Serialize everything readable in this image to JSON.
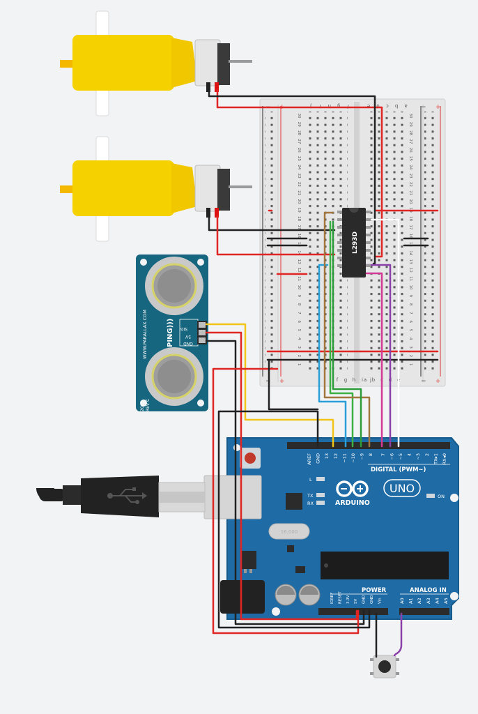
{
  "colors": {
    "background": "#f2f3f4",
    "board": "#1f6ba5",
    "board_edge": "#175a8c",
    "breadboard": "#e7e7e7",
    "motor_yellow": "#f5d100",
    "sensor": "#17667f",
    "wire_red": "#e02525",
    "wire_black": "#222222",
    "wire_yellow": "#f0c419",
    "wire_green": "#3cb043",
    "wire_blue": "#2ba0d8",
    "wire_brown": "#a2763f",
    "wire_purple": "#8b3fa8",
    "wire_magenta": "#d23a96",
    "wire_white": "#ffffff"
  },
  "breadboard": {
    "row_numbers": [
      "30",
      "29",
      "28",
      "27",
      "26",
      "25",
      "24",
      "23",
      "22",
      "21",
      "20",
      "19",
      "18",
      "17",
      "16",
      "15",
      "14",
      "13",
      "12",
      "11",
      "10",
      "9",
      "8",
      "7",
      "6",
      "5",
      "4",
      "3",
      "2",
      "1"
    ],
    "column_letters_top": [
      "j",
      "i",
      "h",
      "g",
      "f",
      "e",
      "d",
      "c",
      "b",
      "a"
    ],
    "column_letters_bottom": [
      "a",
      "b",
      "c",
      "d",
      "e",
      "f",
      "g",
      "h",
      "i",
      "j"
    ],
    "rail_minus": "−",
    "rail_plus": "+"
  },
  "chip": {
    "label": "L293D"
  },
  "sensor": {
    "brand": "WWW.PARALLAX.COM",
    "model": "PING)))",
    "year": "2005",
    "revision": "REV C",
    "pins": [
      "SIG",
      "5V",
      "GND"
    ]
  },
  "arduino": {
    "brand": "ARDUINO",
    "model": "UNO",
    "digital_label": "DIGITAL (PWM~)",
    "digital_pins": [
      "AREF",
      "GND",
      "13",
      "12",
      "~11",
      "~10",
      "~9",
      "8",
      "7",
      "~6",
      "~5",
      "4",
      "~3",
      "2",
      "TX▸1",
      "RX◂0"
    ],
    "power_label": "POWER",
    "power_pins": [
      "IOREF",
      "RESET",
      "3.3V",
      "5V",
      "GND",
      "GND",
      "Vin"
    ],
    "analog_label": "ANALOG IN",
    "analog_pins": [
      "A0",
      "A1",
      "A2",
      "A3",
      "A4",
      "A5"
    ],
    "led_labels": [
      "L",
      "TX",
      "RX"
    ],
    "on_label": "ON",
    "crystal_label": "16.000"
  },
  "icons": [
    "usb-plug-icon",
    "usb-symbol-icon",
    "arduino-infinity-logo-icon"
  ]
}
